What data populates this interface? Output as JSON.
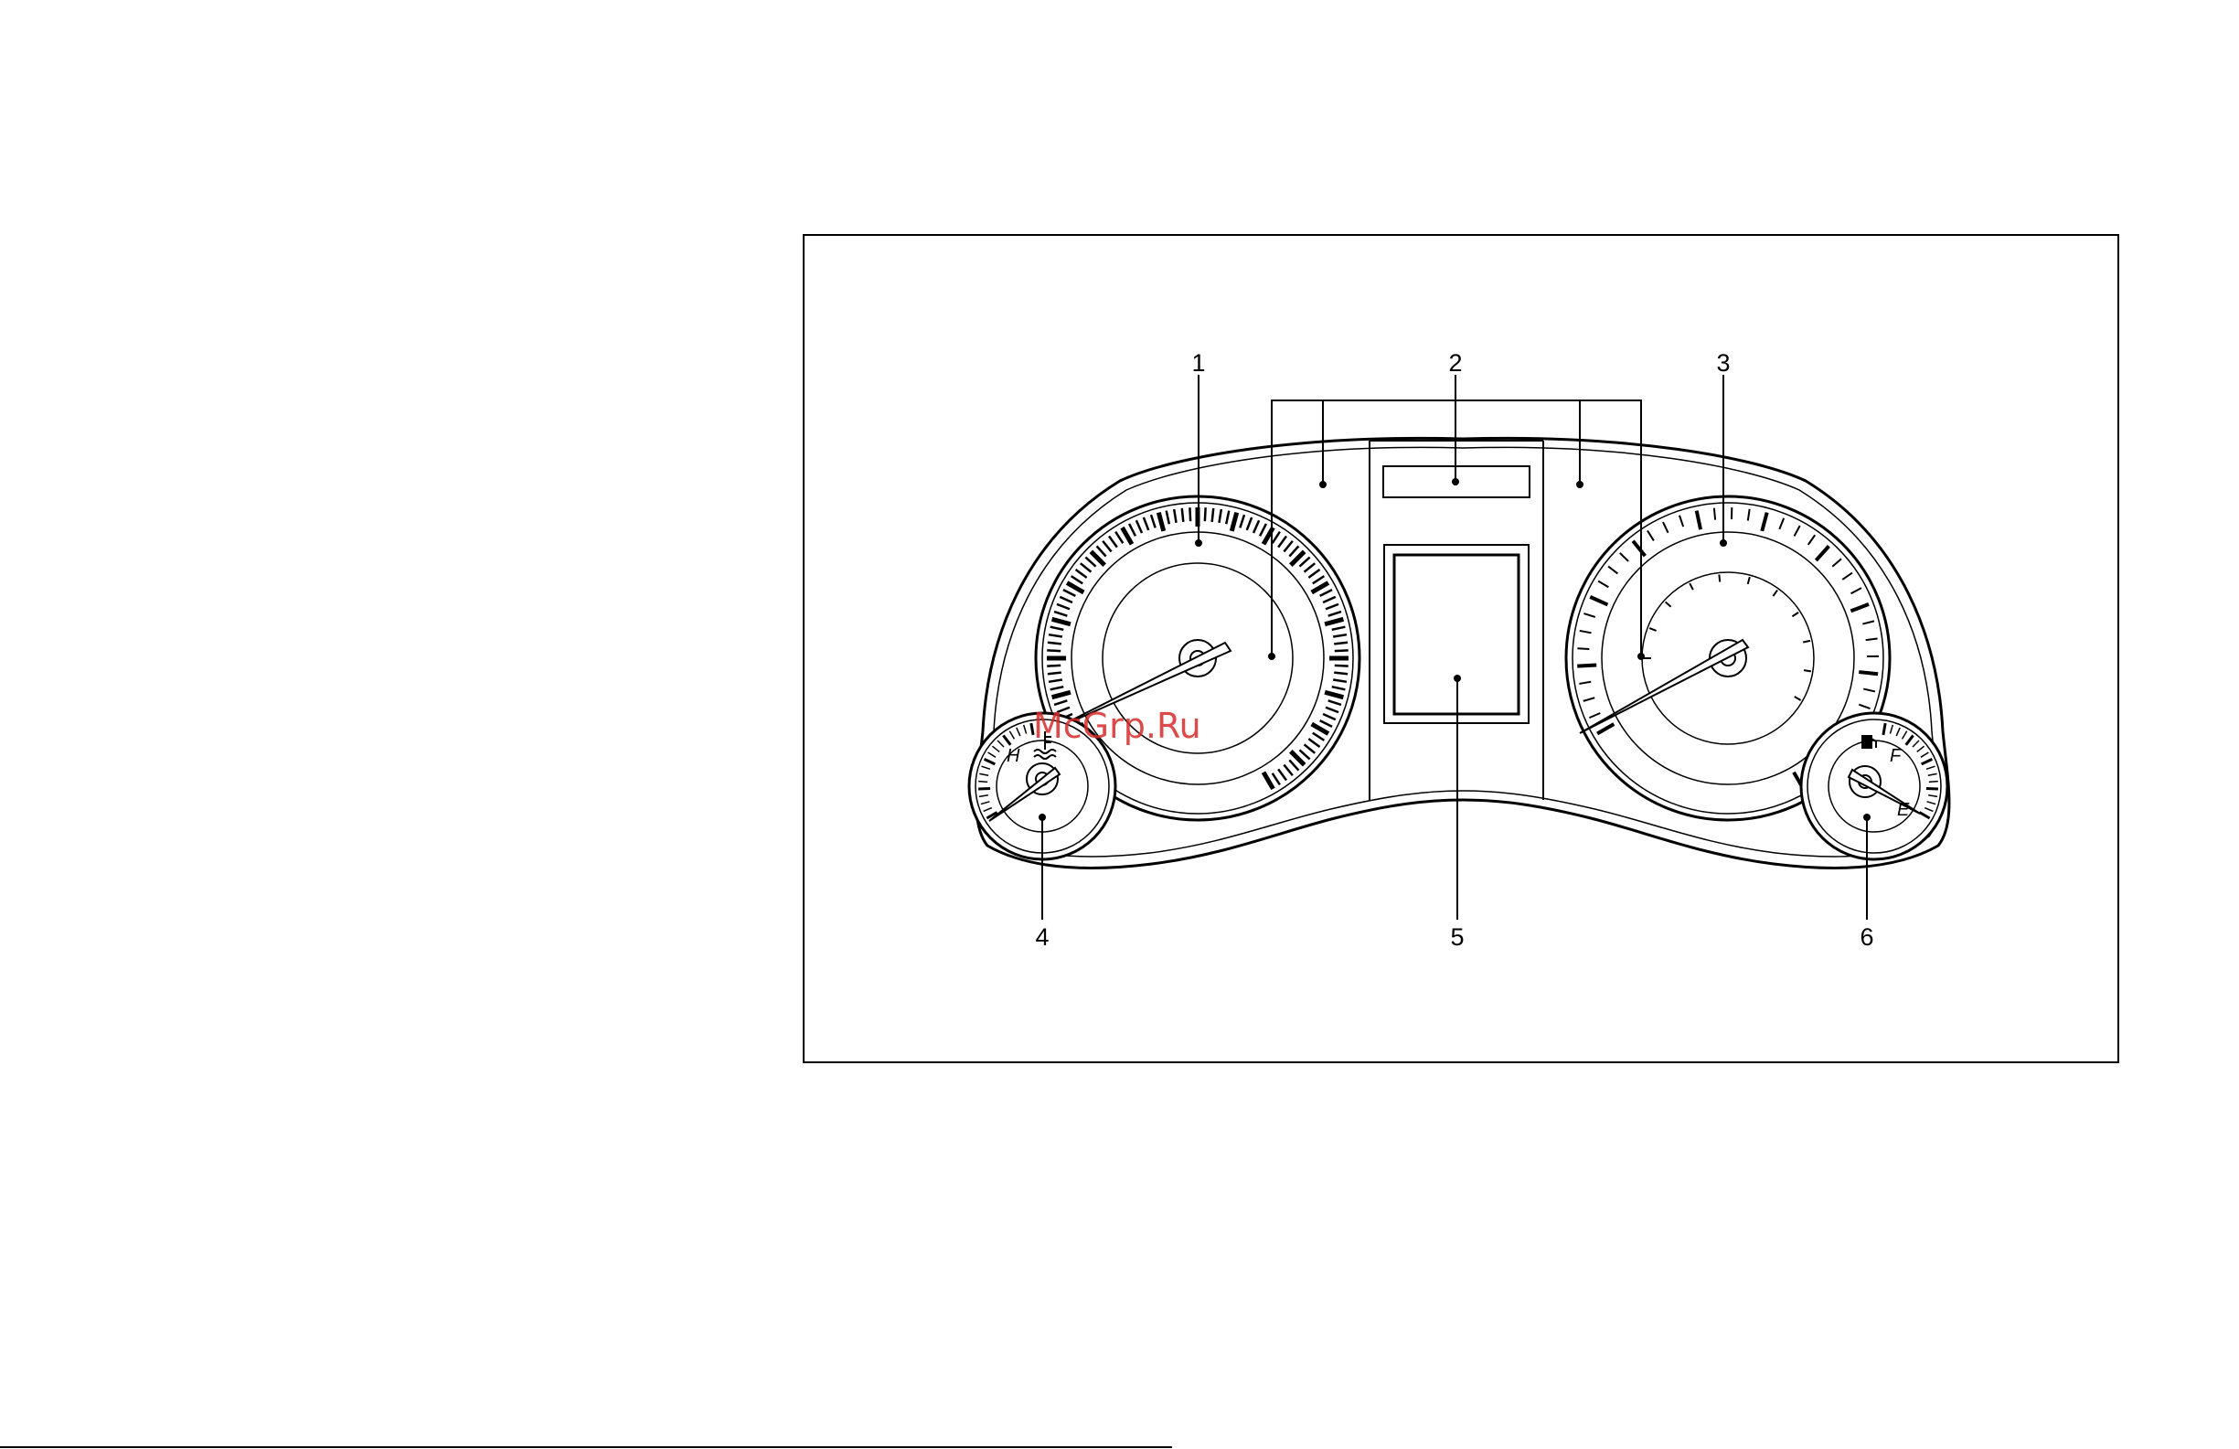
{
  "figure": {
    "callouts": [
      "1",
      "2",
      "3",
      "4",
      "5",
      "6"
    ],
    "gauge_letters": {
      "hot": "H",
      "full": "F",
      "empty": "E"
    },
    "icons": [
      "coolant-temperature-icon",
      "fuel-pump-icon"
    ],
    "watermark": "McGrp.Ru"
  }
}
